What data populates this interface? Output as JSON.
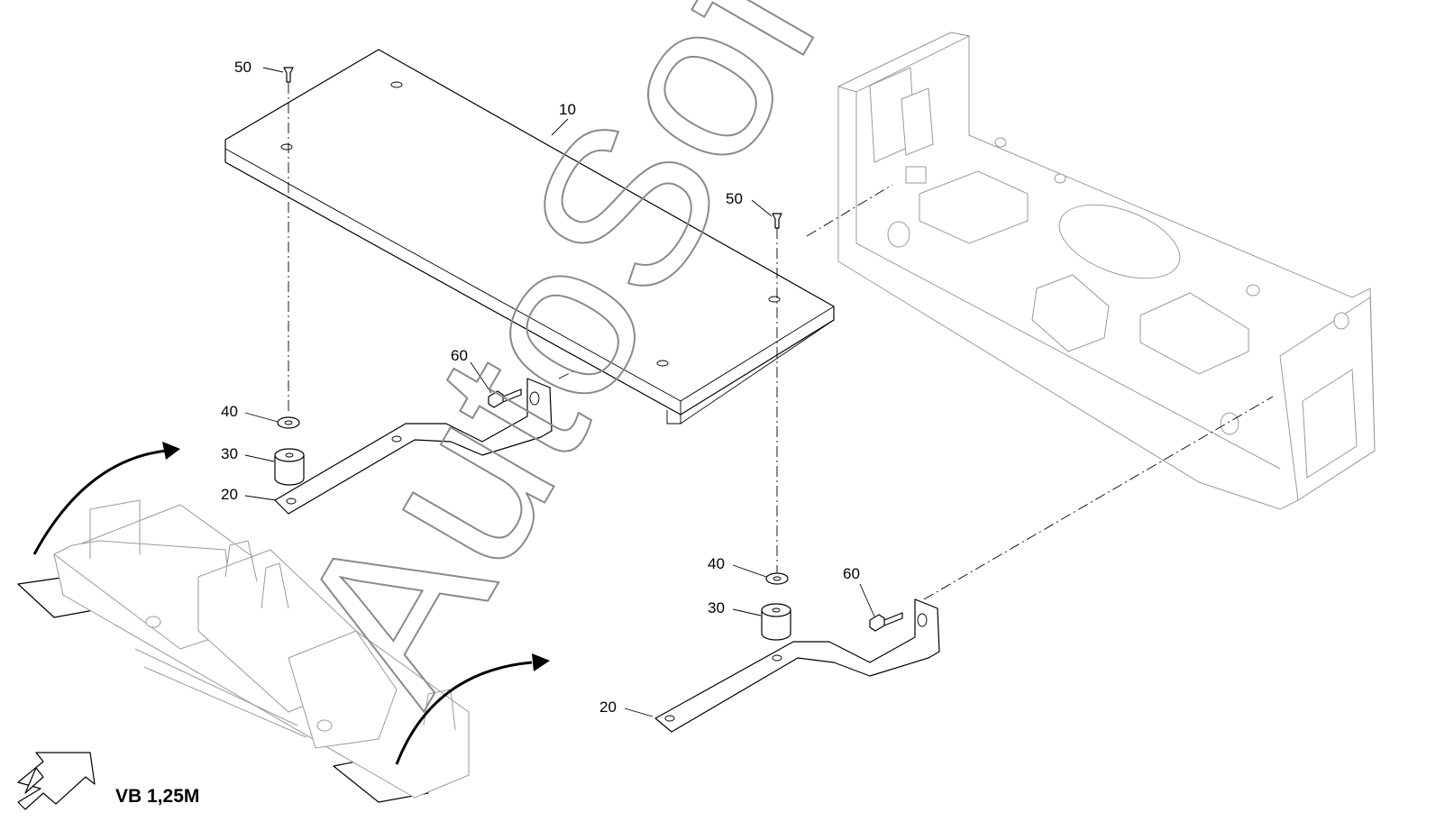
{
  "diagram": {
    "view_label": "VB 1,25M",
    "watermark": "AutoSoft",
    "callouts": {
      "c10": "10",
      "c50a": "50",
      "c50b": "50",
      "c60a": "60",
      "c60b": "60",
      "c40a": "40",
      "c40b": "40",
      "c30a": "30",
      "c30b": "30",
      "c20a": "20",
      "c20b": "20"
    }
  }
}
